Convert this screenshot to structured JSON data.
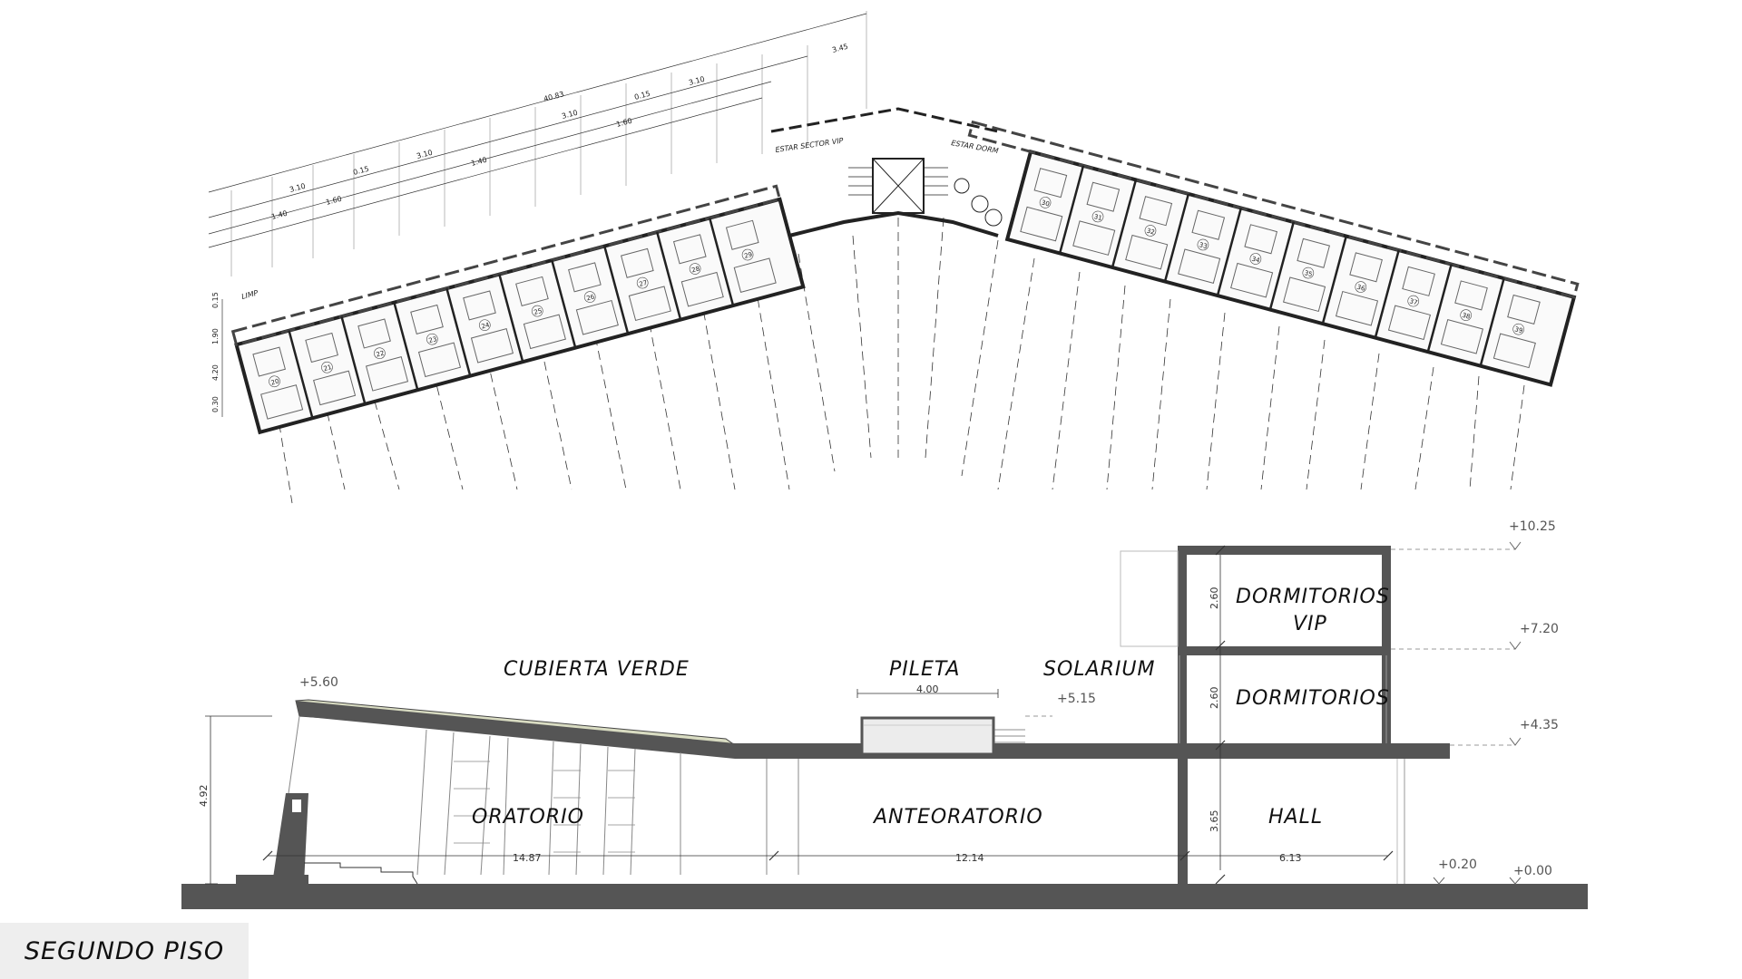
{
  "plan": {
    "labels": {
      "limp": "LIMP",
      "estar_vip": "ESTAR SECTOR VIP",
      "estar_dorm": "ESTAR DORM"
    },
    "rooms_left": [
      "20",
      "21",
      "22",
      "23",
      "24",
      "25",
      "26",
      "27",
      "28",
      "29"
    ],
    "rooms_right": [
      "30",
      "31",
      "32",
      "33",
      "34",
      "35",
      "36",
      "37",
      "38",
      "39"
    ],
    "dimensions": {
      "overall": "40.83",
      "segment": "3.45",
      "module": "3.10",
      "wall": "0.15",
      "sub_a": "1.40",
      "sub_b": "1.60",
      "left_a": "0.15",
      "left_b": "1.90",
      "left_c": "4.20",
      "left_d": "0.30"
    }
  },
  "section": {
    "spaces": {
      "cubierta": "CUBIERTA VERDE",
      "pileta": "PILETA",
      "solarium": "SOLARIUM",
      "dorm_vip_1": "DORMITORIOS",
      "dorm_vip_2": "VIP",
      "dormitorios": "DORMITORIOS",
      "oratorio": "ORATORIO",
      "anteoratorio": "ANTEORATORIO",
      "hall": "HALL"
    },
    "levels": {
      "l1025": "+10.25",
      "l720": "+7.20",
      "l435": "+4.35",
      "l560": "+5.60",
      "l515": "+5.15",
      "l020": "+0.20",
      "l000": "+0.00"
    },
    "dimensions": {
      "pileta_width": "4.00",
      "height_oratorio": "4.92",
      "floor_vip": "2.60",
      "floor_dorm": "2.60",
      "floor_hall": "3.65",
      "span_oratorio": "14.87",
      "span_anteoratorio": "12.14",
      "span_hall": "6.13"
    }
  },
  "caption": {
    "title": "SEGUNDO PISO"
  }
}
